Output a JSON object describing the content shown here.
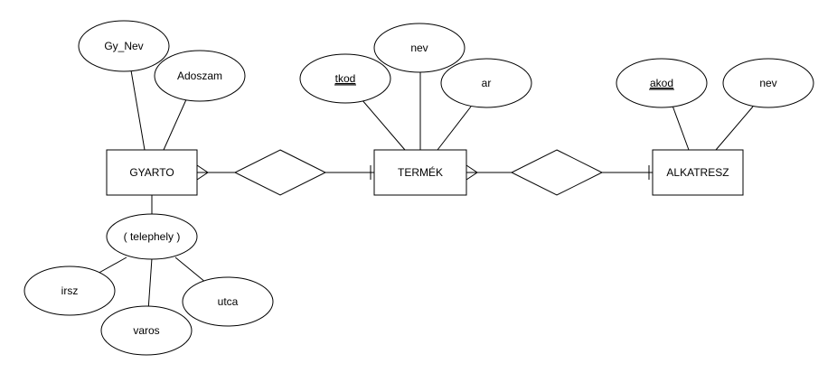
{
  "entities": {
    "gyarto": "GYARTO",
    "termek": "TERMÉK",
    "alkatresz": "ALKATRESZ"
  },
  "attributes": {
    "gy_nev": "Gy_Nev",
    "adoszam": "Adoszam",
    "telephely": "( telephely )",
    "irsz": "irsz",
    "varos": "varos",
    "utca": "utca",
    "tkod": "tkod",
    "termek_nev": "nev",
    "ar": "ar",
    "akod": "akod",
    "alkatresz_nev": "nev"
  },
  "colors": {
    "stroke": "#000000",
    "fill": "#ffffff",
    "background": "#ffffff"
  }
}
